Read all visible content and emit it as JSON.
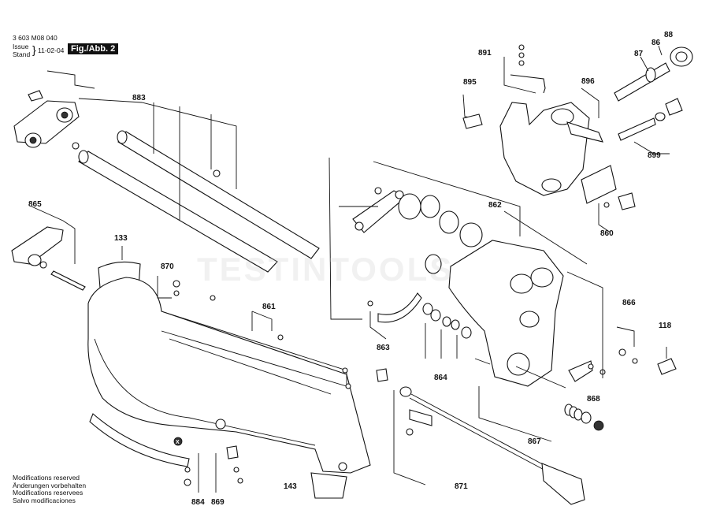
{
  "header": {
    "part_number": "3 603 M08 040",
    "issue_label": "Issue",
    "stand_label": "Stand",
    "date": "11-02-04",
    "figure": "Fig./Abb. 2"
  },
  "footer": {
    "lines": [
      "Modifications reserved",
      "Änderungen vorbehalten",
      "Modifications reservees",
      "Salvo modificaciones"
    ]
  },
  "watermark": "TESTINTOOLS",
  "callouts": {
    "c883": "883",
    "c865": "865",
    "c133": "133",
    "c870": "870",
    "c861": "861",
    "c891": "891",
    "c895": "895",
    "c896": "896",
    "c87": "87",
    "c86": "86",
    "c88": "88",
    "c899": "899",
    "c860": "860",
    "c862": "862",
    "c866": "866",
    "c118": "118",
    "c863": "863",
    "c864": "864",
    "c868": "868",
    "c867": "867",
    "c871": "871",
    "c143": "143",
    "c884": "884",
    "c869": "869",
    "cX": "X"
  }
}
